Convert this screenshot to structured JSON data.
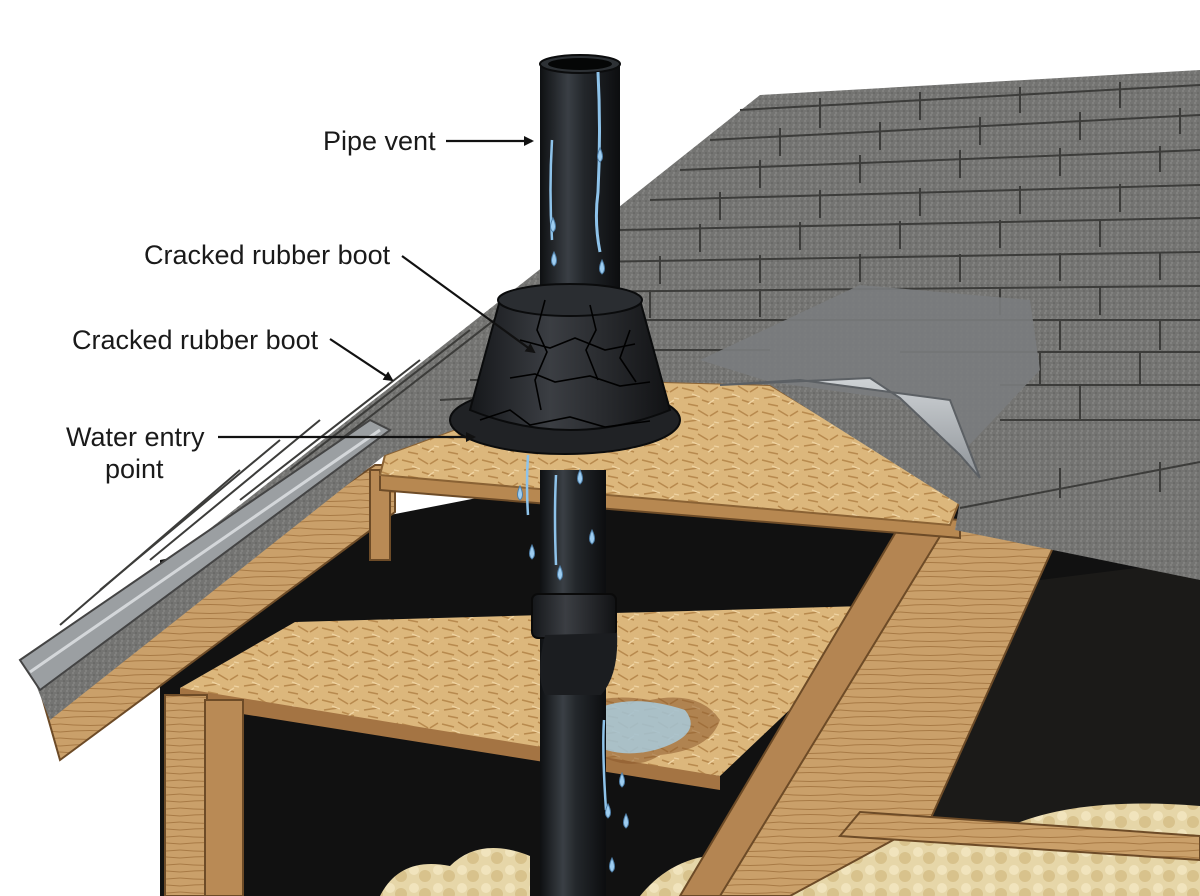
{
  "labels": {
    "pipe_vent": "Pipe vent",
    "cracked_boot_1": "Cracked rubber boot",
    "cracked_boot_2": "Cracked rubber boot",
    "water_entry_line1": "Water entry",
    "water_entry_line2": "point"
  },
  "icons": {
    "pipe": "vent-pipe-icon",
    "boot": "rubber-boot-icon",
    "drip": "water-drop-icon"
  },
  "colors": {
    "shingle": "#6f6f6d",
    "sheathing": "#d9b57a",
    "lumber": "#c99b62",
    "pipe": "#1f2225",
    "water": "#9ecdf0",
    "flashing": "#b7bcc0"
  }
}
